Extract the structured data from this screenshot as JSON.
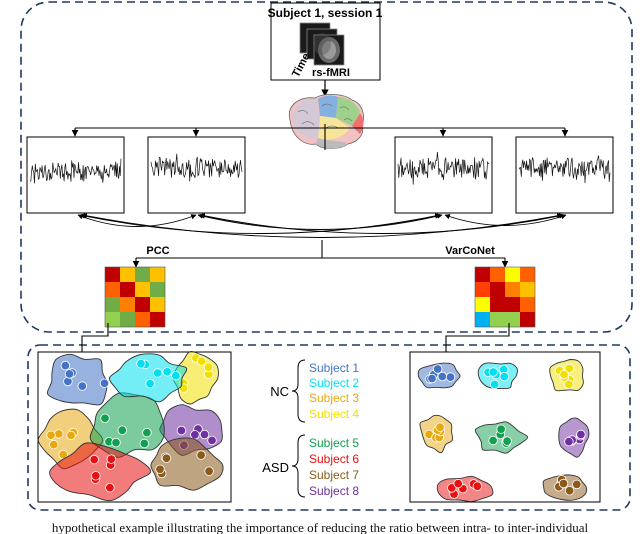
{
  "header": {
    "title": "Subject 1, session 1",
    "time_label": "Time",
    "modality_label": "rs-fMRI"
  },
  "methods": {
    "left": "PCC",
    "right": "VarCoNet"
  },
  "groups": {
    "nc_label": "NC",
    "asd_label": "ASD"
  },
  "legend": [
    {
      "label": "Subject 1",
      "color": "#4472c4"
    },
    {
      "label": "Subject 2",
      "color": "#00e0f0"
    },
    {
      "label": "Subject 3",
      "color": "#e8a810"
    },
    {
      "label": "Subject 4",
      "color": "#f0e000"
    },
    {
      "label": "Subject 5",
      "color": "#10a050"
    },
    {
      "label": "Subject 6",
      "color": "#e81010"
    },
    {
      "label": "Subject 7",
      "color": "#8b5a1a"
    },
    {
      "label": "Subject 8",
      "color": "#7030a0"
    }
  ],
  "matrices": {
    "pcc": [
      [
        "#c00000",
        "#ffc000",
        "#70ad47",
        "#ffc000"
      ],
      [
        "#ff6000",
        "#c00000",
        "#ffc000",
        "#70ad47"
      ],
      [
        "#70ad47",
        "#ff8000",
        "#c00000",
        "#ffc000"
      ],
      [
        "#92d050",
        "#70ad47",
        "#ff6000",
        "#c00000"
      ]
    ],
    "varconet": [
      [
        "#c00000",
        "#ff6000",
        "#ffff00",
        "#ff6000"
      ],
      [
        "#ff4000",
        "#c00000",
        "#ff8000",
        "#ffc000"
      ],
      [
        "#ffff00",
        "#c00000",
        "#c00000",
        "#ff6000"
      ],
      [
        "#00b0f0",
        "#92d050",
        "#92d050",
        "#c00000"
      ]
    ]
  },
  "caption": "hypothetical example illustrating the importance of reducing the ratio between intra- to inter-individual"
}
